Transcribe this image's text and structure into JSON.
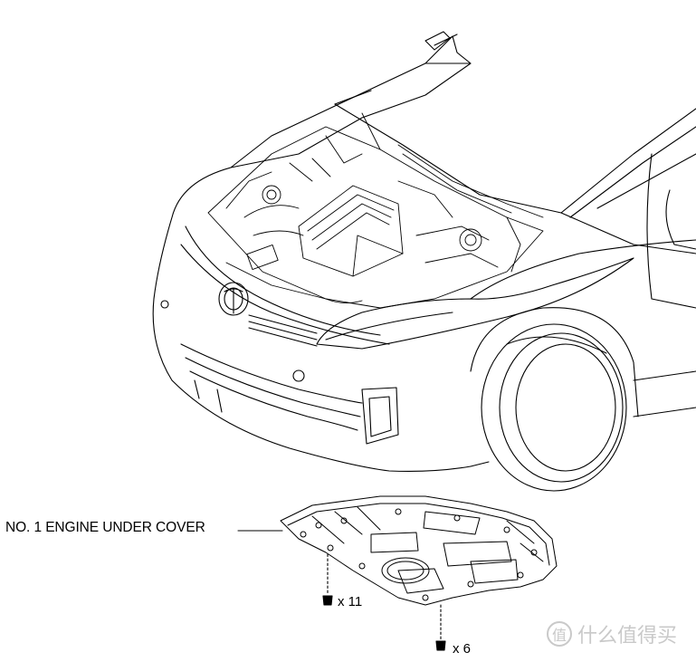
{
  "diagram": {
    "part_label": "NO. 1 ENGINE UNDER COVER",
    "fasteners": [
      {
        "qty_label": "x 11"
      },
      {
        "qty_label": "x 6"
      }
    ]
  },
  "watermark": {
    "logo_glyph": "值",
    "text": "什么值得买"
  },
  "colors": {
    "line": "#000000",
    "watermark": "#c9c9c9"
  }
}
